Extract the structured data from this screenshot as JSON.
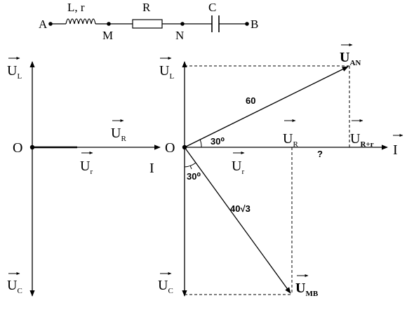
{
  "circuit": {
    "point_a": "A",
    "point_b": "B",
    "point_m": "M",
    "point_n": "N",
    "inductor_label": "L, r",
    "resistor_label": "R",
    "capacitor_label": "C"
  },
  "left_diagram": {
    "origin": "O",
    "ul": {
      "main": "U",
      "sub": "L"
    },
    "uc": {
      "main": "U",
      "sub": "C"
    },
    "ur": {
      "main": "U",
      "sub": "R"
    },
    "ur_small": {
      "main": "U",
      "sub": "r"
    },
    "current": "I"
  },
  "right_diagram": {
    "origin": "O",
    "ul": {
      "main": "U",
      "sub": "L"
    },
    "uc": {
      "main": "U",
      "sub": "C"
    },
    "uan": {
      "main": "U",
      "sub": "AN"
    },
    "umb": {
      "main": "U",
      "sub": "MB"
    },
    "ur": {
      "main": "U",
      "sub": "R"
    },
    "ur_small": {
      "main": "U",
      "sub": "r"
    },
    "urr": {
      "main": "U",
      "sub": "R+r"
    },
    "current": "I",
    "label_uan_magnitude": "60",
    "label_umb_magnitude": "40√3",
    "angle_top": "30⁰",
    "angle_bottom": "30⁰",
    "unknown": "?"
  }
}
